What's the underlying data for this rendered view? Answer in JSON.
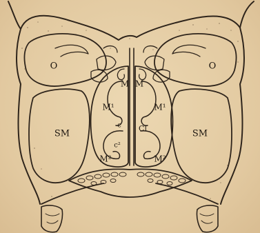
{
  "labels": {
    "orbit": "O",
    "maxillary_sinus": "SM",
    "meatus": "M",
    "middle_meatus": "M¹",
    "inferior_meatus": "M²",
    "nasal_septum_cavity": "Cl",
    "concha_mark": "c",
    "concha_mark_lower": "c²"
  },
  "colors": {
    "paper": "#e3cca5",
    "ink": "#2e241b",
    "bone_tint": "#d6b98c"
  }
}
